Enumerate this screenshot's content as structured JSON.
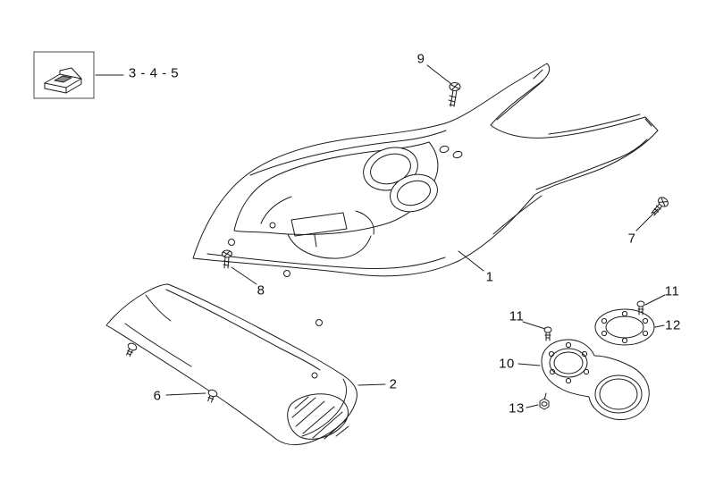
{
  "diagram": {
    "background_color": "#ffffff",
    "line_color": "#1c1c1c",
    "callouts": [
      {
        "id": "group-3-4-5",
        "text": "3 - 4 - 5"
      },
      {
        "id": "part-1",
        "text": "1"
      },
      {
        "id": "part-2",
        "text": "2"
      },
      {
        "id": "part-6",
        "text": "6"
      },
      {
        "id": "part-7",
        "text": "7"
      },
      {
        "id": "part-8",
        "text": "8"
      },
      {
        "id": "part-9",
        "text": "9"
      },
      {
        "id": "part-10",
        "text": "10"
      },
      {
        "id": "part-11-left",
        "text": "11"
      },
      {
        "id": "part-11-right",
        "text": "11"
      },
      {
        "id": "part-12",
        "text": "12"
      },
      {
        "id": "part-13",
        "text": "13"
      }
    ]
  }
}
